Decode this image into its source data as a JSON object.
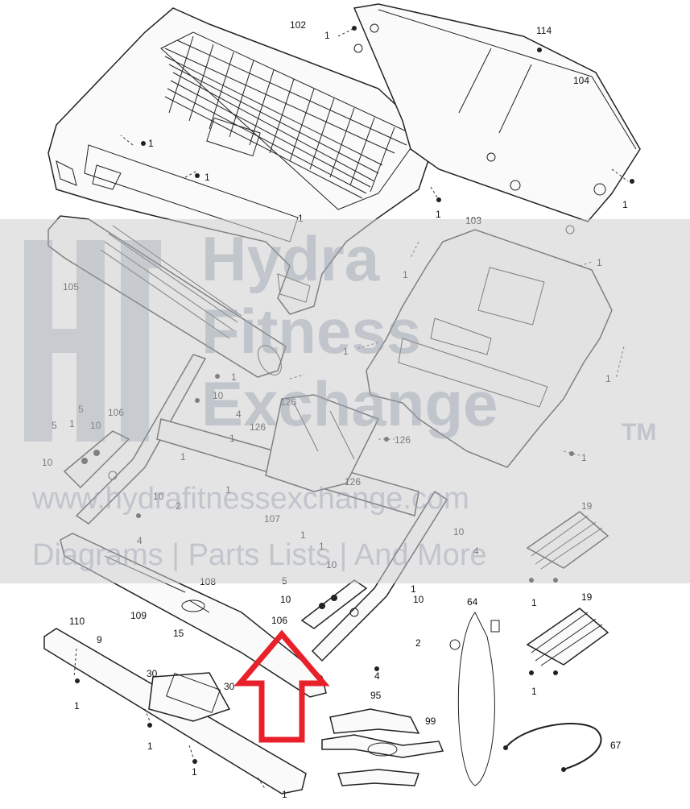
{
  "callouts": {
    "c102": "102",
    "c114": "114",
    "c104": "104",
    "c103": "103",
    "c105": "105",
    "c106a": "106",
    "c106b": "106",
    "c107": "107",
    "c108": "108",
    "c110": "110",
    "c109": "109",
    "c19a": "19",
    "c19b": "19",
    "c64": "64",
    "c95": "95",
    "c99": "99",
    "c67": "67",
    "c126a": "126",
    "c126b": "126",
    "c126c": "126",
    "c126d": "126",
    "c15": "15",
    "c30a": "30",
    "c30b": "30",
    "c9": "9",
    "c1": "1",
    "c2": "2",
    "c4": "4",
    "c5": "5",
    "c10": "10"
  },
  "watermark": {
    "line1": "Hydra",
    "line2": "Fitness",
    "line3": "Exchange",
    "tm": "TM",
    "url": "www.hydrafitnessexchange.com",
    "tagline": "Diagrams | Parts Lists | And More"
  },
  "highlight_color": "#e8202a"
}
